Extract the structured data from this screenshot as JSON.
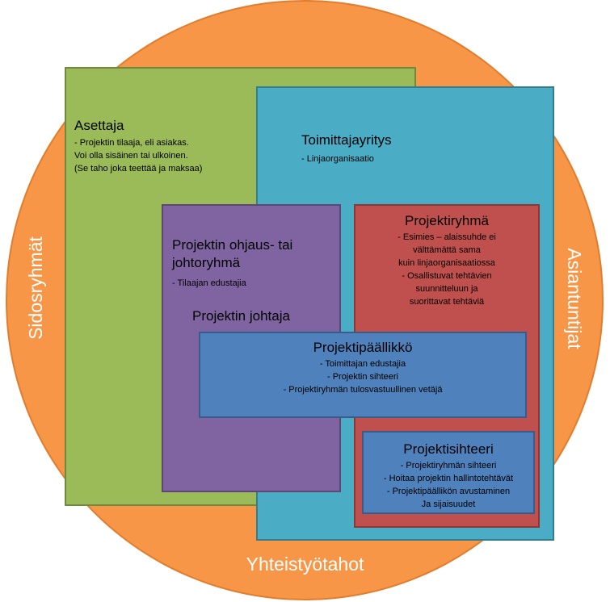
{
  "outer": {
    "left_label": "Sidosryhmät",
    "right_label": "Asiantuntijat",
    "bottom_label": "Yhteistyötahot"
  },
  "asettaja": {
    "title": "Asettaja",
    "lines": [
      "- Projektin tilaaja, eli asiakas.",
      "Voi olla sisäinen tai ulkoinen.",
      "(Se taho joka teettää ja maksaa)"
    ]
  },
  "toimittaja": {
    "title": "Toimittajayritys",
    "lines": [
      "- Linjaorganisaatio"
    ]
  },
  "ohjaus": {
    "title_line1": "Projektin ohjaus- tai",
    "title_line2": "johtoryhmä",
    "lines": [
      "- Tilaajan edustajia"
    ],
    "subtitle": "Projektin johtaja"
  },
  "ryhma": {
    "title": "Projektiryhmä",
    "lines": [
      "-      Esimies – alaissuhde ei",
      "välttämättä sama",
      "kuin linjaorganisaatiossa",
      "-      Osallistuvat tehtävien",
      "suunnitteluun  ja",
      "suorittavat tehtäviä"
    ]
  },
  "paallikko": {
    "title": "Projektipäällikkö",
    "lines": [
      "-      Toimittajan edustajia",
      "-      Projektin sihteeri",
      "-      Projektiryhmän tulosvastuullinen vetäjä"
    ]
  },
  "sihteeri": {
    "title": "Projektisihteeri",
    "lines": [
      "-      Projektiryhmän sihteeri",
      "-      Hoitaa projektin hallintotehtävät",
      "-      Projektipäällikön avustaminen",
      "Ja sijaisuudet"
    ]
  }
}
